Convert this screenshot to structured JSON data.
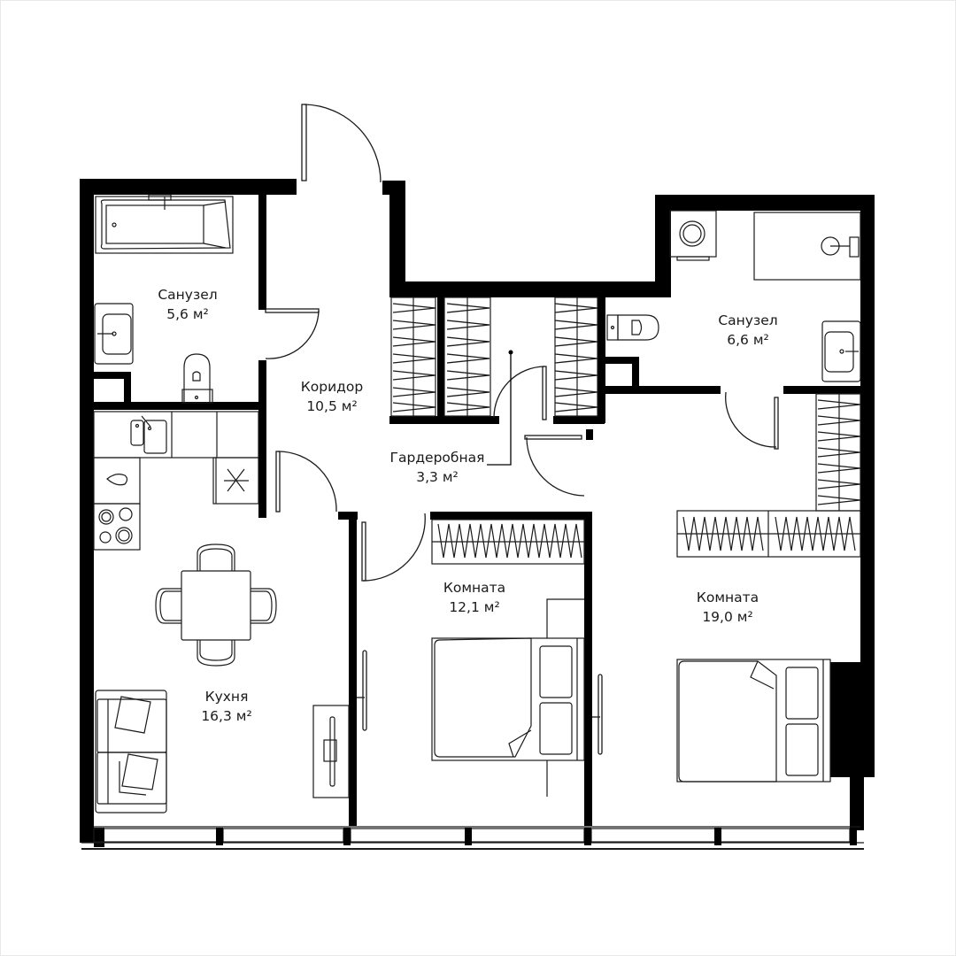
{
  "plan": {
    "wall_color": "#000000",
    "line_color": "#1a1a1a",
    "background": "#ffffff"
  },
  "rooms": [
    {
      "id": "bathroom-1",
      "name": "Санузел",
      "area": "5,6 м²"
    },
    {
      "id": "corridor",
      "name": "Коридор",
      "area": "10,5 м²"
    },
    {
      "id": "wardrobe",
      "name": "Гардеробная",
      "area": "3,3 м²"
    },
    {
      "id": "bathroom-2",
      "name": "Санузел",
      "area": "6,6 м²"
    },
    {
      "id": "bedroom-1",
      "name": "Комната",
      "area": "12,1 м²"
    },
    {
      "id": "bedroom-2",
      "name": "Комната",
      "area": "19,0 м²"
    },
    {
      "id": "kitchen",
      "name": "Кухня",
      "area": "16,3 м²"
    }
  ],
  "furniture_icons": [
    "bathtub-icon",
    "sink-icon",
    "toilet-icon",
    "washing-machine-icon",
    "shower-icon",
    "wardrobe-icon",
    "kitchen-sink-icon",
    "stove-icon",
    "fridge-icon",
    "table-icon",
    "chair-icon",
    "sofa-icon",
    "bed-icon",
    "tv-stand-icon",
    "door-icon",
    "window-icon"
  ]
}
